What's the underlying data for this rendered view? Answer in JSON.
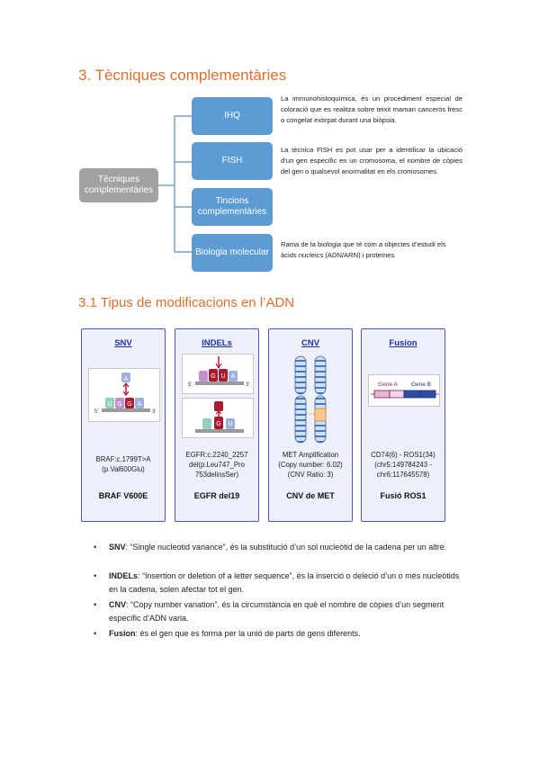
{
  "headings": {
    "section3": "3. Tècniques complementàries",
    "section31": "3.1 Tipus de modificacions en l’ADN"
  },
  "diagram": {
    "root": "Tècniques complementàries",
    "children": [
      "IHQ",
      "FISH",
      "Tincions complementàries",
      "Biologia molecular"
    ],
    "descriptions": [
      "La immunohistoquímica, és un procediment especial de coloració que es realitza sobre teixit mamari cancerós fresc o congelat extirpat durant una biòpsia.",
      "La tècnica FISH es pot usar per a identificar la ubicació d’un gen específic en un cromosoma, el nombre de còpies del gen o qualsevol anormalitat en els cromosomes.",
      "Rama de la biologia que té com a objectes d’estudi els àcids nucleics (ADN/ARN) i proteïnes"
    ],
    "colors": {
      "root": "#a2a2a2",
      "child": "#5d9bd5"
    }
  },
  "panels": [
    {
      "title": "SNV",
      "code": [
        "BRAF:c.1799T>A",
        "(p.Val600Glu)"
      ],
      "name": "BRAF V600E",
      "bases": [
        "U",
        "G",
        "G",
        "A"
      ],
      "insert": "A",
      "strand": [
        "5'",
        "3'"
      ]
    },
    {
      "title": "INDELs",
      "code": [
        "EGFR:c.2240_2257",
        "del(p.Leu747_Pro",
        "753delinsSer)"
      ],
      "name": "EGFR del19",
      "bases_top": [
        "G",
        "U",
        "A"
      ],
      "bases_bottom": [
        "G",
        "U"
      ],
      "strand": [
        "5'",
        "3'"
      ]
    },
    {
      "title": "CNV",
      "code": [
        "MET Amplification",
        "(Copy number: 6.02)",
        "(CNV Ratio: 3)"
      ],
      "name": "CNV de MET"
    },
    {
      "title": "Fusion",
      "code": [
        "CD74(6) - ROS1(34)",
        "(chr5:149784243 -",
        "chr6:117645578)"
      ],
      "name": "Fusió  ROS1",
      "geneA": "Gene A",
      "geneB": "Gene B"
    }
  ],
  "bullets": [
    {
      "term": "SNV",
      "text": ": “Single nucleotid variance”, és la substitució d’un sol nucleòtid de la cadena per un altre."
    },
    {
      "term": "INDELs",
      "text": ": “Insertion or deletion of a letter sequence”, és la inserció o deleció d’un o més nucleòtids en la cadena, solen afectar tot el gen."
    },
    {
      "term": "CNV",
      "text": ": “Copy number variation”, és la circumstància en què el nombre de còpies d’un segment específic d’ADN varia."
    },
    {
      "term": "Fusion",
      "text": ": és el gen que es forma per la unió de parts de gens diferents."
    }
  ],
  "bullet_symbol": "•"
}
